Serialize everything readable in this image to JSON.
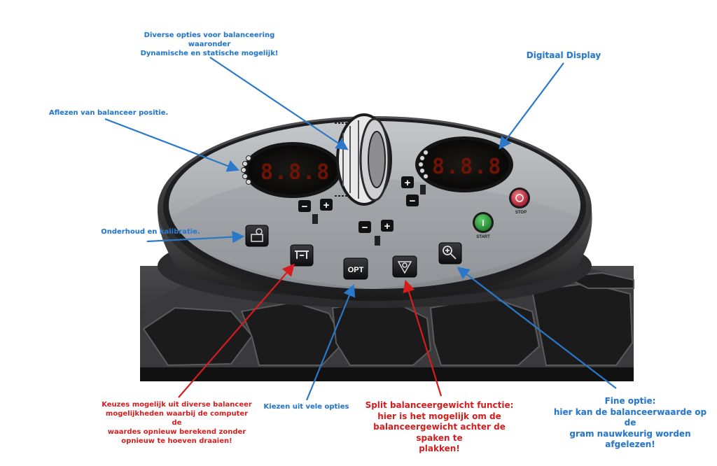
{
  "annotations": {
    "top_options": "Diverse opties voor balanceering waaronder\nDynamische en statische mogelijk!",
    "digital_display": "Digitaal Display",
    "balance_position": "Aflezen van balanceer positie.",
    "maintenance": "Onderhoud en kalibratie.",
    "choice_options": "Keuzes mogelijk uit diverse balanceer\nmogelijkheden waarbij de computer de\nwaardes opnieuw berekend zonder\nopnieuw te hoeven draaien!",
    "many_options": "Kiezen uit vele opties",
    "split_weight": "Split balanceergewicht functie:\nhier is het mogelijk om de\nbalanceergewicht achter de spaken te\nplakken!",
    "fine_option": "Fine optie:\nhier kan de balanceerwaarde op de\ngram nauwkeurig worden\nafgelezen!"
  },
  "panel": {
    "left_display": "8.8.8",
    "right_display": "8.8.8",
    "opt_label": "OPT",
    "start_label": "START",
    "stop_label": "STOP",
    "start_symbol": "I",
    "plus": "+",
    "minus": "−"
  },
  "colors": {
    "annotation_blue": "#2a78c9",
    "annotation_red": "#d51d1d",
    "display_digit": "#6e1305",
    "start_green": "#2e9a3c",
    "stop_red": "#c8283a",
    "panel_gray": "#a8abae"
  }
}
